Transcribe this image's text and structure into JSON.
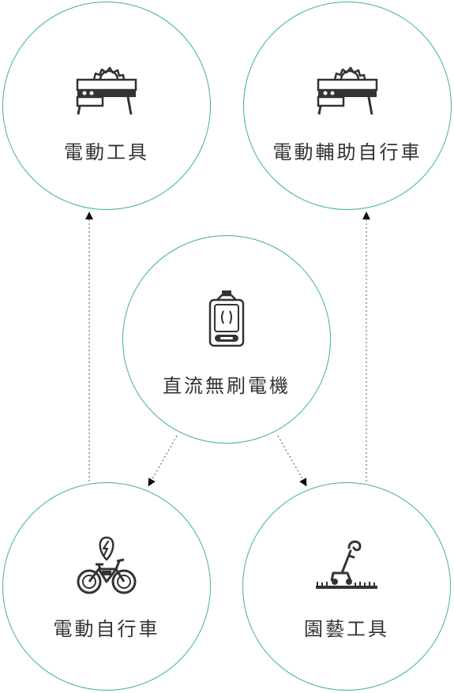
{
  "diagram": {
    "accent_color": "#3fb68b",
    "icon_color": "#333333",
    "nodes": {
      "power_tools": {
        "label": "電動工具",
        "icon": "circular-saw-icon"
      },
      "ebike_assist": {
        "label": "電動輔助自行車",
        "icon": "circular-saw-icon"
      },
      "bldc_motor": {
        "label": "直流無刷電機",
        "icon": "battery-pack-icon"
      },
      "ebike": {
        "label": "電動自行車",
        "icon": "electric-bicycle-icon"
      },
      "garden_tools": {
        "label": "園藝工具",
        "icon": "lawn-mower-icon"
      }
    },
    "edges": [
      {
        "from": "bldc_motor",
        "to": "ebike"
      },
      {
        "from": "bldc_motor",
        "to": "garden_tools"
      },
      {
        "from": "ebike",
        "to": "power_tools"
      },
      {
        "from": "garden_tools",
        "to": "ebike_assist"
      }
    ]
  }
}
